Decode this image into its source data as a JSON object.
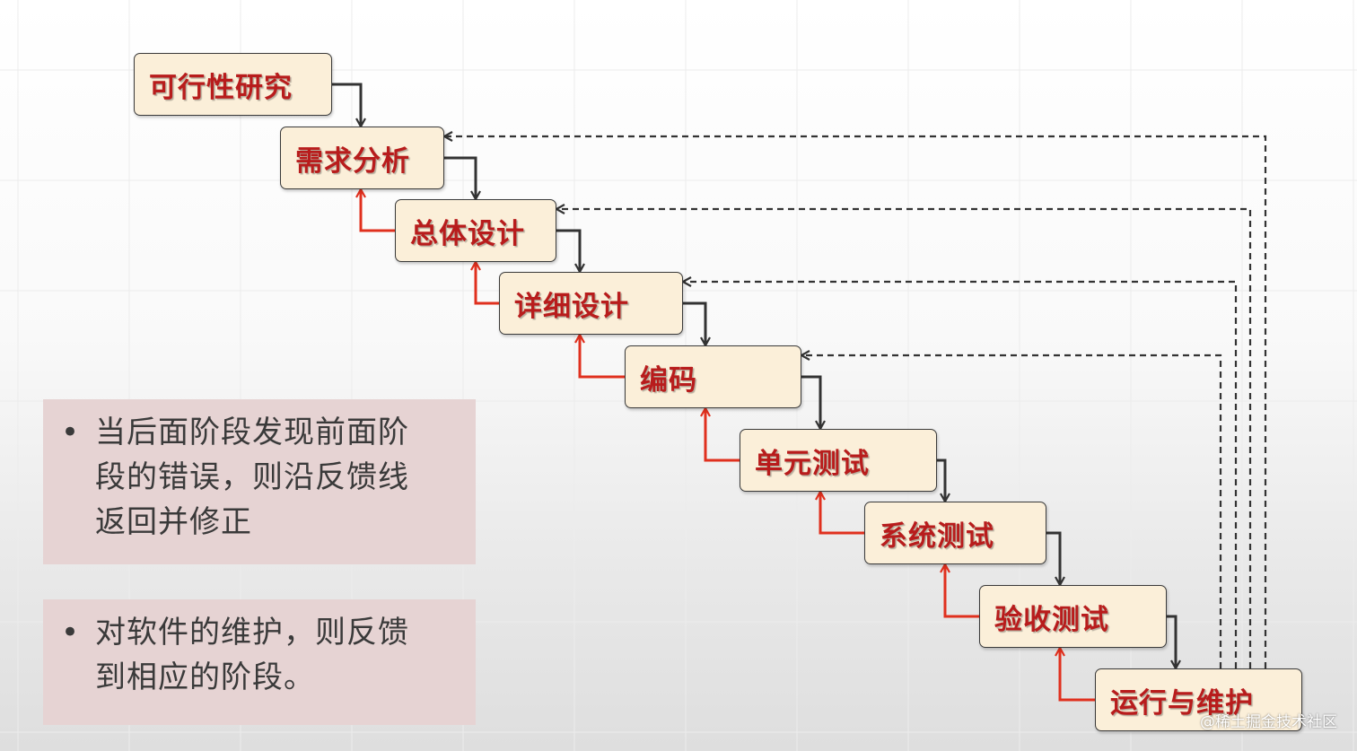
{
  "stages": [
    {
      "id": "feasibility",
      "label": "可行性研究"
    },
    {
      "id": "requirements",
      "label": "需求分析"
    },
    {
      "id": "overall-design",
      "label": "总体设计"
    },
    {
      "id": "detailed-design",
      "label": "详细设计"
    },
    {
      "id": "coding",
      "label": "编码"
    },
    {
      "id": "unit-test",
      "label": "单元测试"
    },
    {
      "id": "system-test",
      "label": "系统测试"
    },
    {
      "id": "acceptance-test",
      "label": "验收测试"
    },
    {
      "id": "operation",
      "label": "运行与维护"
    }
  ],
  "notes": [
    {
      "lines": [
        "当后面阶段发现前面阶",
        "段的错误，则沿反馈线",
        "返回并修正"
      ]
    },
    {
      "lines": [
        "对软件的维护，则反馈",
        "到相应的阶段。"
      ]
    }
  ],
  "bullet": "•",
  "watermark": "@稀土掘金技术社区",
  "colors": {
    "stage_fill": "#fbefd9",
    "stage_text": "#b81c1c",
    "forward_arrow": "#333333",
    "feedback_arrow": "#e0301e",
    "maintenance_arrow": "#333333",
    "note_fill": "#e6d3d3"
  }
}
